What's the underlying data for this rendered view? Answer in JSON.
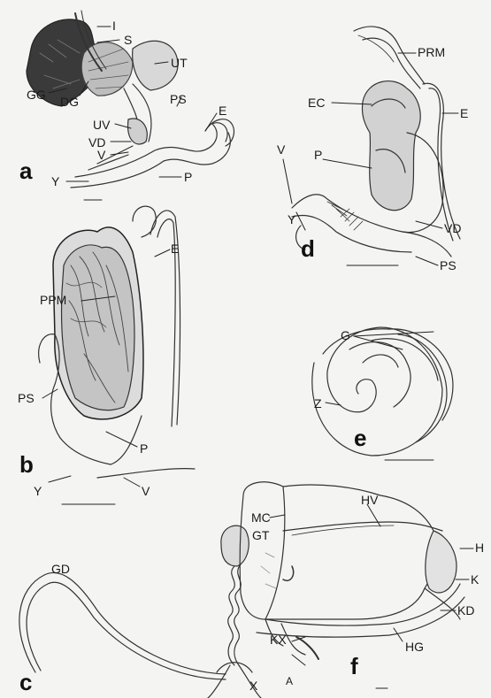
{
  "panels": {
    "a": {
      "letter": "a",
      "labels": {
        "I": "I",
        "S": "S",
        "UT": "UT",
        "GG": "GG",
        "DG": "DG",
        "PS": "PS",
        "E": "E",
        "UV": "UV",
        "VD": "VD",
        "V": "V",
        "Y": "Y",
        "P": "P"
      }
    },
    "b": {
      "letter": "b",
      "labels": {
        "E": "E",
        "PPM": "PPM",
        "PS": "PS",
        "P": "P",
        "Y": "Y",
        "V": "V"
      }
    },
    "c": {
      "letter": "c",
      "labels": {
        "GT": "GT",
        "GD": "GD",
        "X": "X"
      }
    },
    "d": {
      "letter": "d",
      "labels": {
        "PRM": "PRM",
        "EC": "EC",
        "E": "E",
        "V": "V",
        "P": "P",
        "Y": "Y",
        "VD": "VD",
        "PS": "PS"
      }
    },
    "e": {
      "letter": "e",
      "labels": {
        "G": "G",
        "Z": "Z"
      }
    },
    "f": {
      "letter": "f",
      "labels": {
        "MC": "MC",
        "HV": "HV",
        "H": "H",
        "K": "K",
        "KD": "KD",
        "KX": "KX",
        "HG": "HG",
        "A": "A"
      }
    }
  }
}
